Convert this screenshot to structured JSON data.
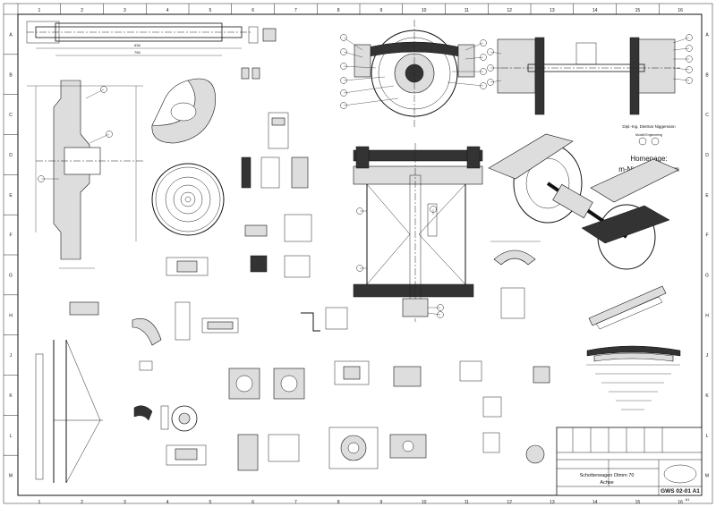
{
  "border": {
    "top_numbers": [
      "1",
      "2",
      "3",
      "4",
      "5",
      "6",
      "7",
      "8",
      "9",
      "10",
      "11",
      "12",
      "13",
      "14",
      "15",
      "16"
    ],
    "side_letters": [
      "A",
      "B",
      "C",
      "D",
      "E",
      "F",
      "G",
      "H",
      "J",
      "K",
      "L",
      "M"
    ]
  },
  "author_block": {
    "name": "Dipl.-Ing. Dietmar Niggemann",
    "subtitle": "Modell Engineering",
    "homepage_label": "Homepage:",
    "homepage_url": "m-Niggemann.com"
  },
  "title_block": {
    "title_line1": "Schotterwagen Otmm 70",
    "title_line2": "Achse",
    "drawing_number": "GWS 02-01 A1",
    "sheet_label": "A1"
  },
  "colors": {
    "line": "#111111",
    "paper": "#ffffff",
    "hatch": "#dddddd"
  }
}
